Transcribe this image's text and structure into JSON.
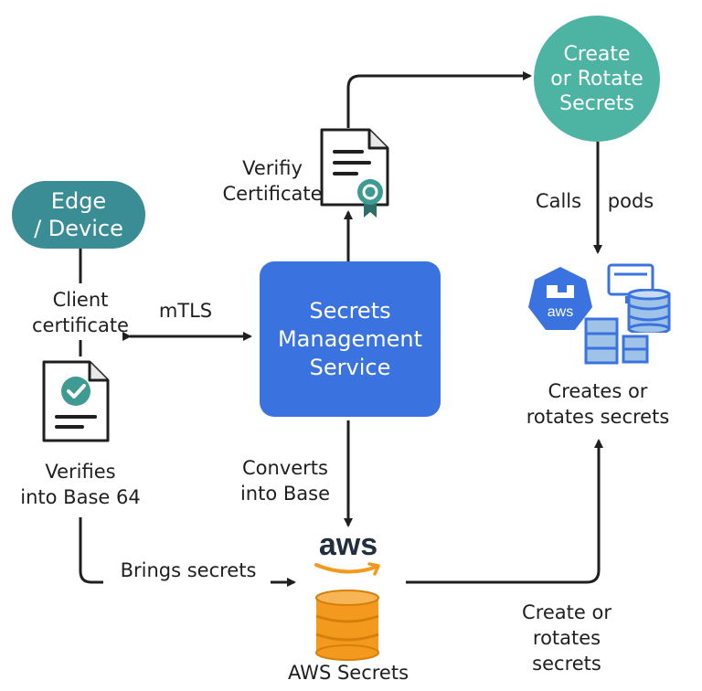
{
  "nodes": {
    "edge_device": [
      "Edge",
      "/ Device"
    ],
    "create_rotate": [
      "Create",
      "or Rotate",
      "Secrets"
    ],
    "secrets_service": [
      "Secrets",
      "Management",
      "Service"
    ],
    "aws_logo_text": "aws",
    "aws_secrets": "AWS Secrets"
  },
  "labels": {
    "client_certificate": [
      "Client",
      "certificate"
    ],
    "mtls": "mTLS",
    "verify_certificate": [
      "Verifiy",
      "Certificate"
    ],
    "calls": "Calls",
    "pods": "pods",
    "creates_or_rotates": [
      "Creates or",
      "rotates secrets"
    ],
    "verifies_base64": [
      "Verifies",
      "into Base 64"
    ],
    "converts_base": [
      "Converts",
      "into Base"
    ],
    "brings_secrets": "Brings secrets",
    "create_or_rotates": [
      "Create or",
      "rotates",
      "secrets"
    ]
  },
  "icons": {
    "aws_badge_text": "aws",
    "certificate": "certificate-icon",
    "document_check": "document-check-icon",
    "database": "database-icon",
    "server": "server-icon"
  },
  "colors": {
    "pill": "#3a8c95",
    "circle": "#4db3a3",
    "service": "#3a73e0",
    "aws_orange": "#f39a1e",
    "aws_blue": "#3a73e0",
    "icon_teal": "#3d9b91",
    "line": "#1f1f1f"
  }
}
